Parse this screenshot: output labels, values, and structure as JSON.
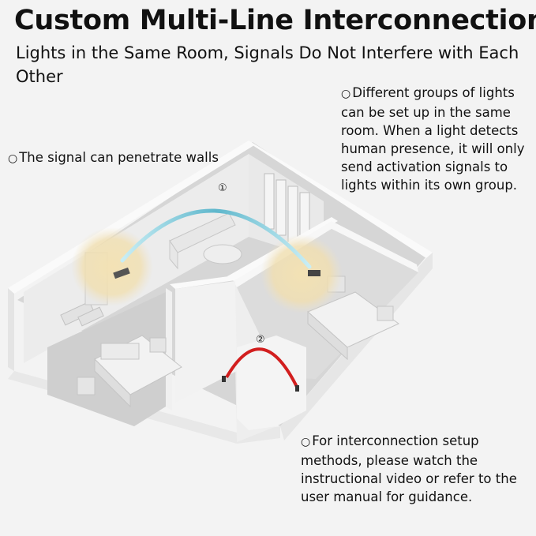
{
  "title": "Custom Multi-Line Interconnection",
  "subtitle": "Lights in the Same Room, Signals Do Not Interfere with Each Other",
  "notes": {
    "bullet": "○",
    "groups": "Different groups of lights can be set up in the same room. When a light detects human presence, it will only send activation signals to lights within its own group.",
    "walls": "The signal can penetrate walls",
    "setup": "For interconnection setup methods, please watch the instructional video or refer to the user manual for guidance."
  },
  "markers": {
    "one": "①",
    "two": "②"
  },
  "colors": {
    "signal_blue": "#9fd8e4",
    "signal_red": "#d21e1e",
    "glow": "#f3dfae"
  }
}
